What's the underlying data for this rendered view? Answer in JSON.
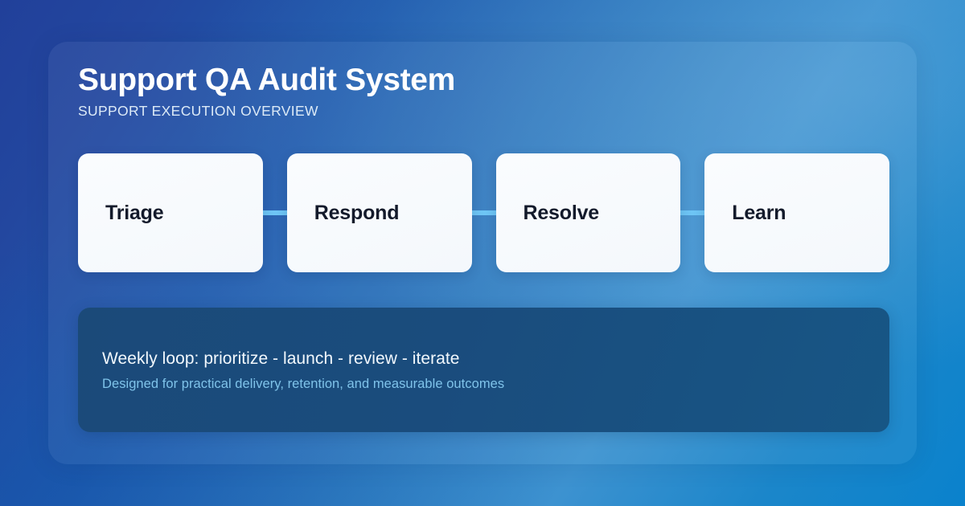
{
  "background": {
    "gradient_from": "#21409a",
    "gradient_mid": "#3d92d0",
    "gradient_to": "#0a82cc"
  },
  "header": {
    "title": "Support QA Audit System",
    "subtitle": "SUPPORT EXECUTION OVERVIEW",
    "title_color": "#ffffff",
    "subtitle_color": "#dceaf7"
  },
  "steps": {
    "connector_color": "#6ec5f5",
    "card_background": "#f7fafd",
    "card_text_color": "#131a2b",
    "items": [
      {
        "label": "Triage"
      },
      {
        "label": "Respond"
      },
      {
        "label": "Resolve"
      },
      {
        "label": "Learn"
      }
    ]
  },
  "footer": {
    "background": "#1b4a79",
    "primary": "Weekly loop: prioritize - launch - review - iterate",
    "primary_color": "#f2f8fd",
    "secondary": "Designed for practical delivery, retention, and measurable outcomes",
    "secondary_color": "#7fc3ea"
  }
}
